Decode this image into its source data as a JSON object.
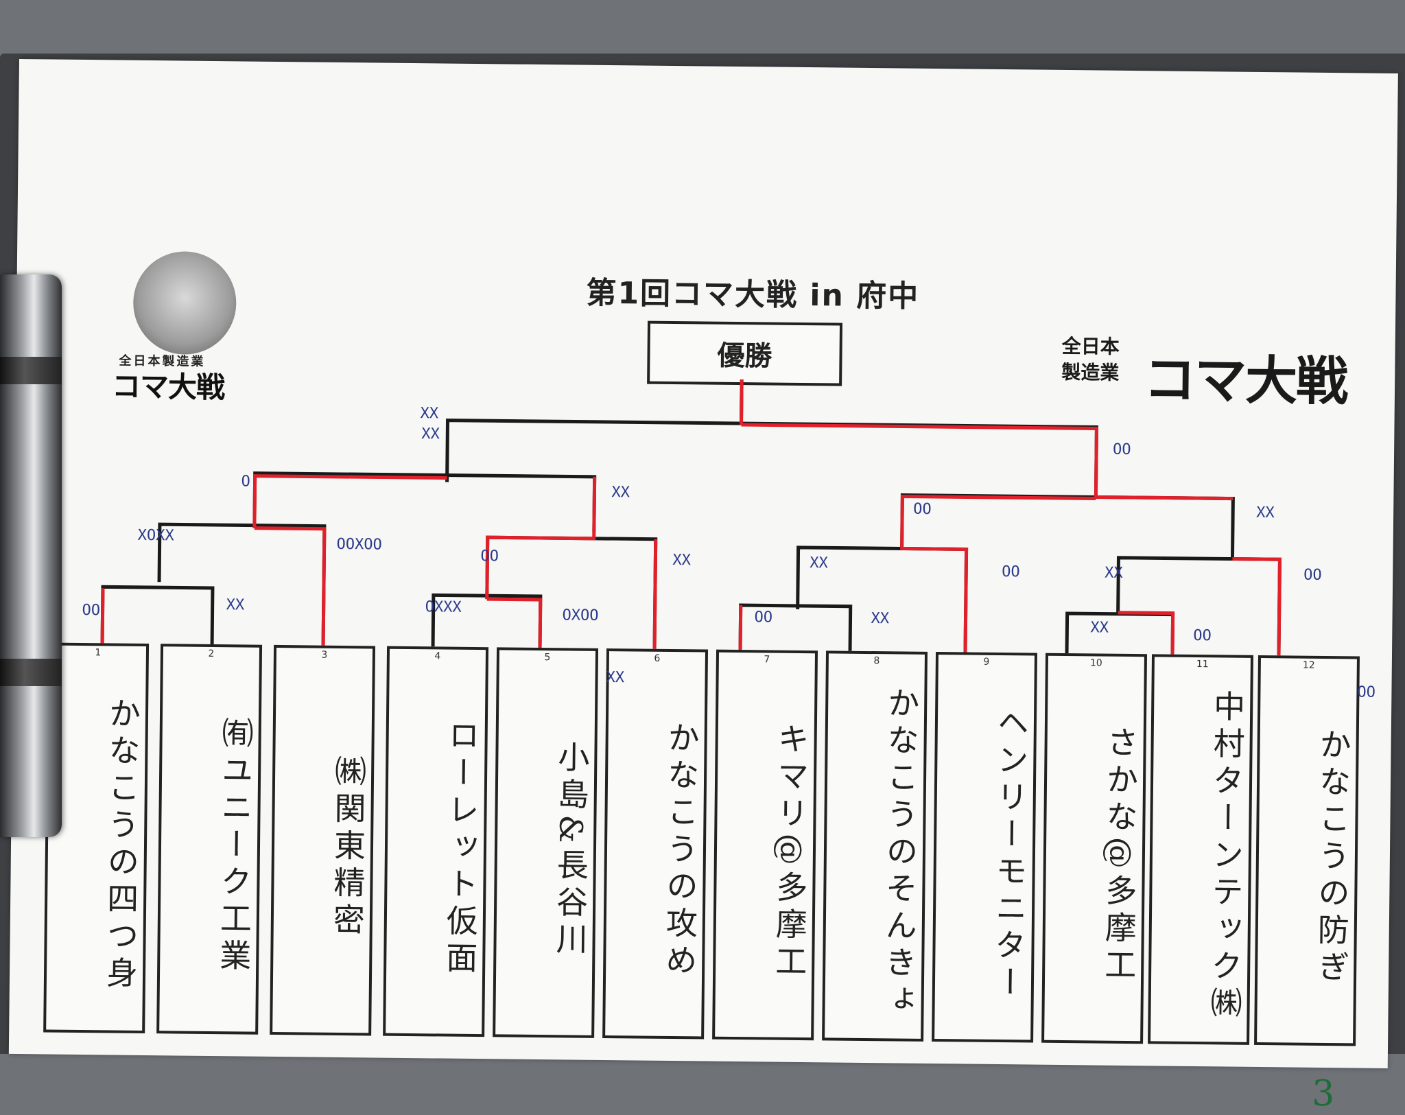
{
  "title": "第1回コマ大戦 in 府中",
  "winner_label": "優勝",
  "logo_left": {
    "small": "全日本製造業",
    "big": "コマ大戦"
  },
  "logo_right": {
    "small": "全日本製造業",
    "big": "コマ大戦"
  },
  "entries": [
    {
      "num": "1",
      "name": "かなこうの四つ身"
    },
    {
      "num": "2",
      "name": "㈲ユニーク工業"
    },
    {
      "num": "3",
      "name": "㈱関東精密"
    },
    {
      "num": "4",
      "name": "ローレット仮面"
    },
    {
      "num": "5",
      "name": "小島&長谷川"
    },
    {
      "num": "6",
      "name": "かなこうの攻め"
    },
    {
      "num": "7",
      "name": "キマリ@多摩工"
    },
    {
      "num": "8",
      "name": "かなこうのそんきょ"
    },
    {
      "num": "9",
      "name": "ヘンリーモニター"
    },
    {
      "num": "10",
      "name": "さかな@多摩工"
    },
    {
      "num": "11",
      "name": "中村ターンテック㈱"
    },
    {
      "num": "12",
      "name": "かなこうの防ぎ"
    }
  ],
  "marks": [
    "XX",
    "XX",
    "OO",
    "O",
    "XOXX",
    "OOXOO",
    "XX",
    "OO",
    "OXXX",
    "OXOO",
    "XX",
    "XX",
    "OO",
    "XX",
    "OO",
    "OO",
    "XX",
    "XX",
    "OO",
    "XX",
    "XX",
    "XX",
    "OO",
    "OO",
    "OO"
  ],
  "page_number": "3",
  "colors": {
    "winner_line": "#e0212b",
    "bracket_line": "#1a1a1a",
    "mark_ink": "#2b3a8c",
    "page_number_ink": "#1f6b3a"
  }
}
